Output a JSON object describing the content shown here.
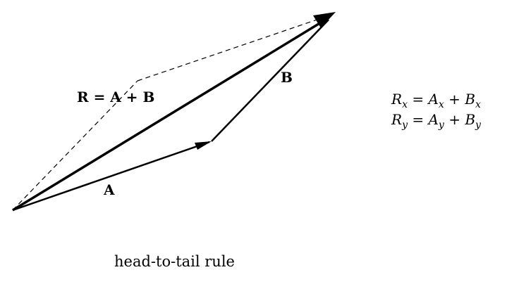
{
  "vectors": {
    "a_label": "A",
    "b_label": "B",
    "resultant_label": "R = A + B"
  },
  "equations": {
    "rx": {
      "lhs": "R",
      "lhs_sub": "x",
      "t1": "A",
      "t1_sub": "x",
      "t2": "B",
      "t2_sub": "x"
    },
    "ry": {
      "lhs": "R",
      "lhs_sub": "y",
      "t1": "A",
      "t1_sub": "y",
      "t2": "B",
      "t2_sub": "y"
    }
  },
  "caption": "head-to-tail rule",
  "colors": {
    "stroke": "#000000",
    "background": "#ffffff"
  }
}
